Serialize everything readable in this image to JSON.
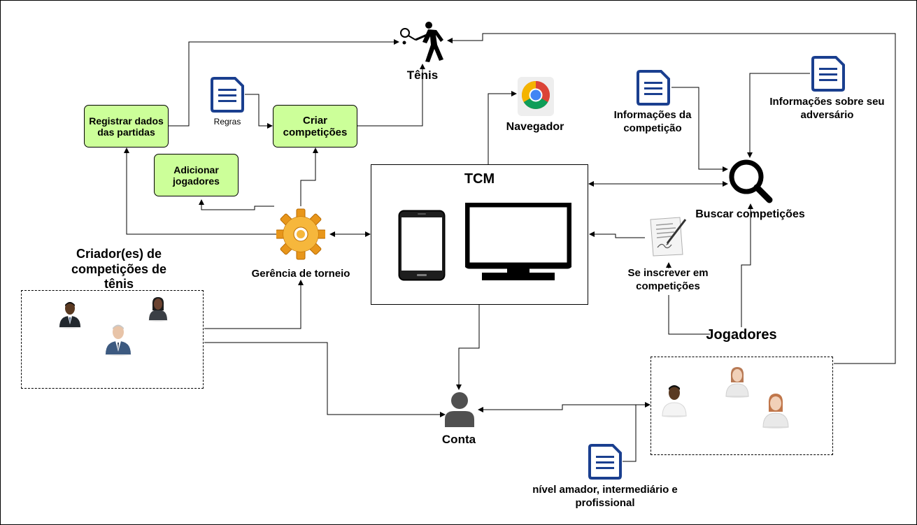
{
  "nodes": {
    "tennis": "Tênis",
    "browser": "Navegador",
    "tcm": "TCM",
    "rules": "Regras",
    "register_matches": "Registrar dados das partidas",
    "create_competitions": "Criar competições",
    "add_players": "Adicionar jogadores",
    "tournament_management": "Gerência de torneio",
    "creators": "Criador(es) de competições de tênis",
    "competition_info": "Informações da competição",
    "opponent_info": "Informações sobre seu adversário",
    "search_competitions": "Buscar competições",
    "enroll": "Se inscrever em competições",
    "players": "Jogadores",
    "account": "Conta",
    "levels": "nível amador, intermediário e profissional"
  },
  "icons": {
    "tennis": "tennis-player-icon",
    "browser": "chrome-browser-icon",
    "rules": "document-icon",
    "competition_info": "document-icon",
    "opponent_info": "document-icon",
    "levels": "document-icon",
    "search": "magnifier-icon",
    "management": "gear-icon",
    "enroll": "signed-form-icon",
    "account": "user-icon",
    "phone": "smartphone-icon",
    "monitor": "monitor-icon"
  },
  "colors": {
    "box_fill": "#ccff99",
    "doc_blue": "#1a3f8f",
    "gear": "#f0a020"
  }
}
